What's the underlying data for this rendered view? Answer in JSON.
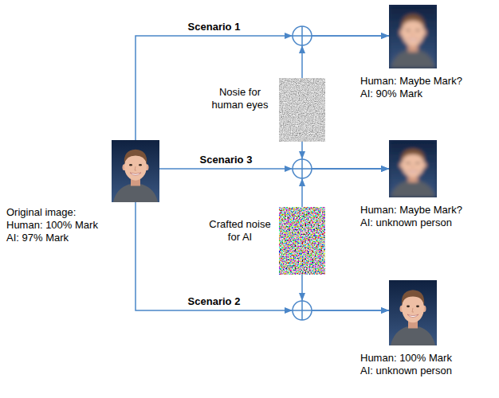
{
  "diagram": {
    "nodes": [
      {
        "text": [
          "Original image:",
          "Human: 100% Mark",
          "AI: 97% Mark"
        ]
      },
      {
        "text": [
          "Nosie for human eyes"
        ]
      },
      {
        "text": [
          "Crafted noise for AI"
        ]
      },
      {
        "text": [
          "Human: Maybe Mark?",
          "AI: 90% Mark"
        ]
      },
      {
        "text": [
          "Human: Maybe Mark?",
          "AI: unknown person"
        ]
      },
      {
        "text": [
          "Human: 100% Mark",
          "AI: unknown person"
        ]
      }
    ],
    "edges": [
      {
        "from": 0,
        "to": 3,
        "arrow": "to",
        "label": "Scenario 1"
      },
      {
        "from": 0,
        "to": 4,
        "arrow": "to",
        "label": "Scenario 3"
      },
      {
        "from": 0,
        "to": 5,
        "arrow": "to",
        "label": "Scenario 2"
      },
      {
        "from": 1,
        "to": 3,
        "arrow": "to"
      },
      {
        "from": 1,
        "to": 4,
        "arrow": "to"
      },
      {
        "from": 2,
        "to": 4,
        "arrow": "to"
      },
      {
        "from": 2,
        "to": 5,
        "arrow": "to"
      }
    ]
  }
}
